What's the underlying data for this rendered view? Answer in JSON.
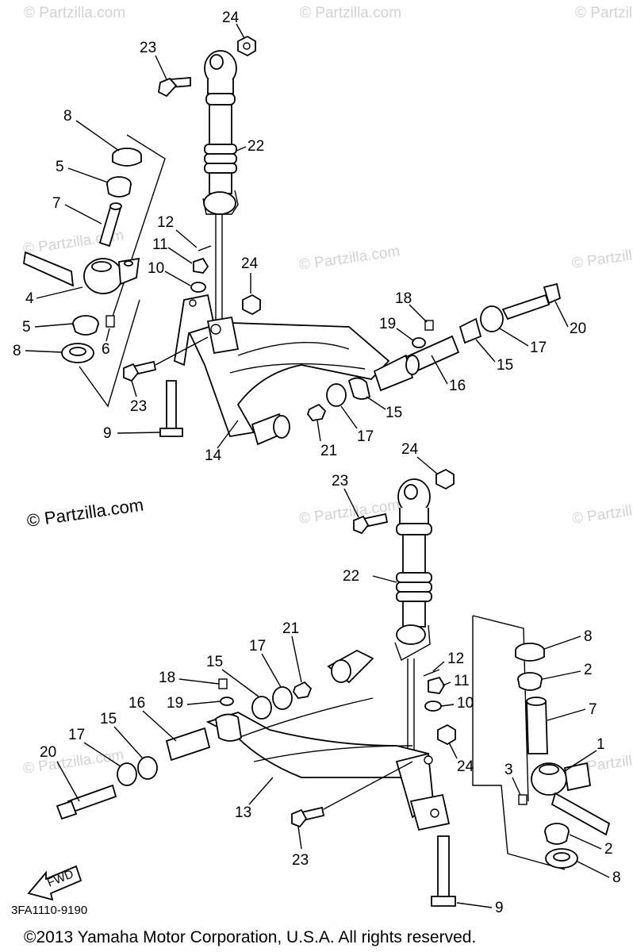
{
  "watermarks": {
    "faint": "© Partzilla.com",
    "dark": "© Partzilla.com"
  },
  "diagram": {
    "code": "3FA1110-9190",
    "fwd_label": "FWD",
    "copyright": "©2013  Yamaha Motor Corporation, U.S.A. All rights reserved."
  },
  "callouts": {
    "c24a": "24",
    "c23a": "23",
    "c22a": "22",
    "c8a": "8",
    "c5a": "5",
    "c7a": "7",
    "c12a": "12",
    "c11a": "11",
    "c10a": "10",
    "c24b": "24",
    "c4": "4",
    "c5b": "5",
    "c6": "6",
    "c8b": "8",
    "c23b": "23",
    "c9a": "9",
    "c14": "14",
    "c18a": "18",
    "c19a": "19",
    "c20a": "20",
    "c17a": "17",
    "c15a": "15",
    "c16a": "16",
    "c21a": "21",
    "c17b": "17",
    "c15b": "15",
    "c24c": "24",
    "c23c": "23",
    "c22b": "22",
    "c8c": "8",
    "c2a": "2",
    "c7b": "7",
    "c1": "1",
    "c3": "3",
    "c2b": "2",
    "c8d": "8",
    "c9b": "9",
    "c23d": "23",
    "c24d": "24",
    "c10b": "10",
    "c11b": "11",
    "c12b": "12",
    "c21b": "21",
    "c17c": "17",
    "c15c": "15",
    "c18b": "18",
    "c19b": "19",
    "c16b": "16",
    "c15d": "15",
    "c17d": "17",
    "c20b": "20",
    "c13": "13"
  }
}
